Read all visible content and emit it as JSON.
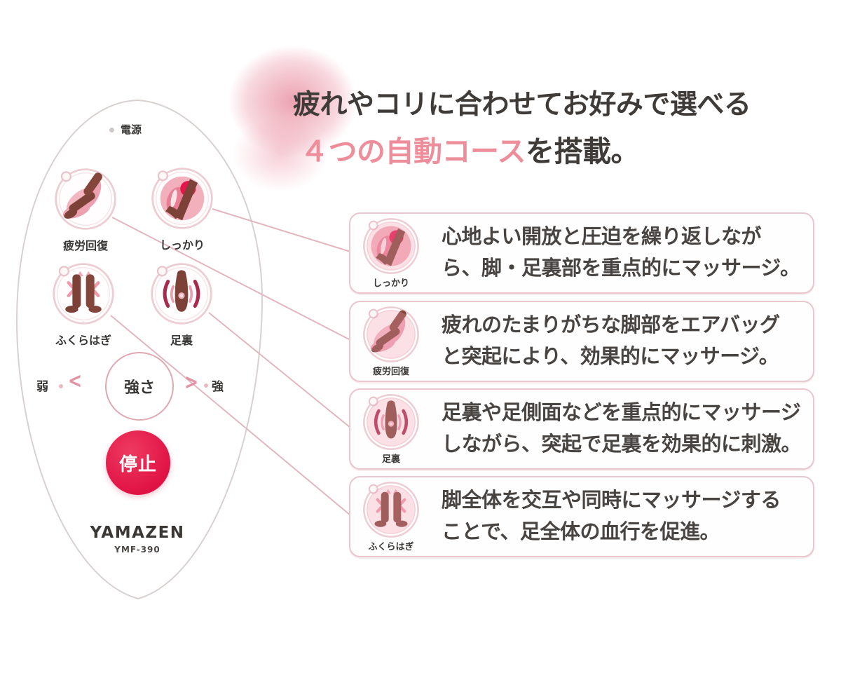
{
  "headline": {
    "line1": "疲れやコリに合わせてお好みで選べる",
    "line2_highlight": "４つの自動コース",
    "line2_rest": "を搭載。"
  },
  "remote": {
    "power_label": "電源",
    "course_buttons": [
      {
        "label": "疲労回復"
      },
      {
        "label": "しっかり"
      },
      {
        "label": "ふくらはぎ"
      },
      {
        "label": "足裏"
      }
    ],
    "strength": {
      "label": "強さ",
      "weak_label": "弱",
      "strong_label": "強",
      "chevron_left": "<",
      "chevron_right": ">"
    },
    "stop_label": "停止",
    "brand": "YAMAZEN",
    "model": "YMF-390"
  },
  "courses": [
    {
      "name": "しっかり",
      "line1": "心地よい開放と圧迫を繰り返しなが",
      "line2": "ら、脚・足裏部を重点的にマッサージ。"
    },
    {
      "name": "疲労回復",
      "line1": "疲れのたまりがちな脚部をエアバッグ",
      "line2": "と突起により、効果的にマッサージ。"
    },
    {
      "name": "足裏",
      "line1": "足裏や足側面などを重点的にマッサージ",
      "line2": "しながら、突起で足裏を効果的に刺激。"
    },
    {
      "name": "ふくらはぎ",
      "line1": "脚全体を交互や同時にマッサージする",
      "line2": "ことで、足全体の血行を促進。"
    }
  ],
  "colors": {
    "accent_pink": "#ee8e9a",
    "headline_dark": "#3e3b38",
    "stop_red": "#e01244",
    "leg_brown": "#7c4237",
    "box_border": "#e8c7ce",
    "connector_pink": "#e2b6bf"
  }
}
